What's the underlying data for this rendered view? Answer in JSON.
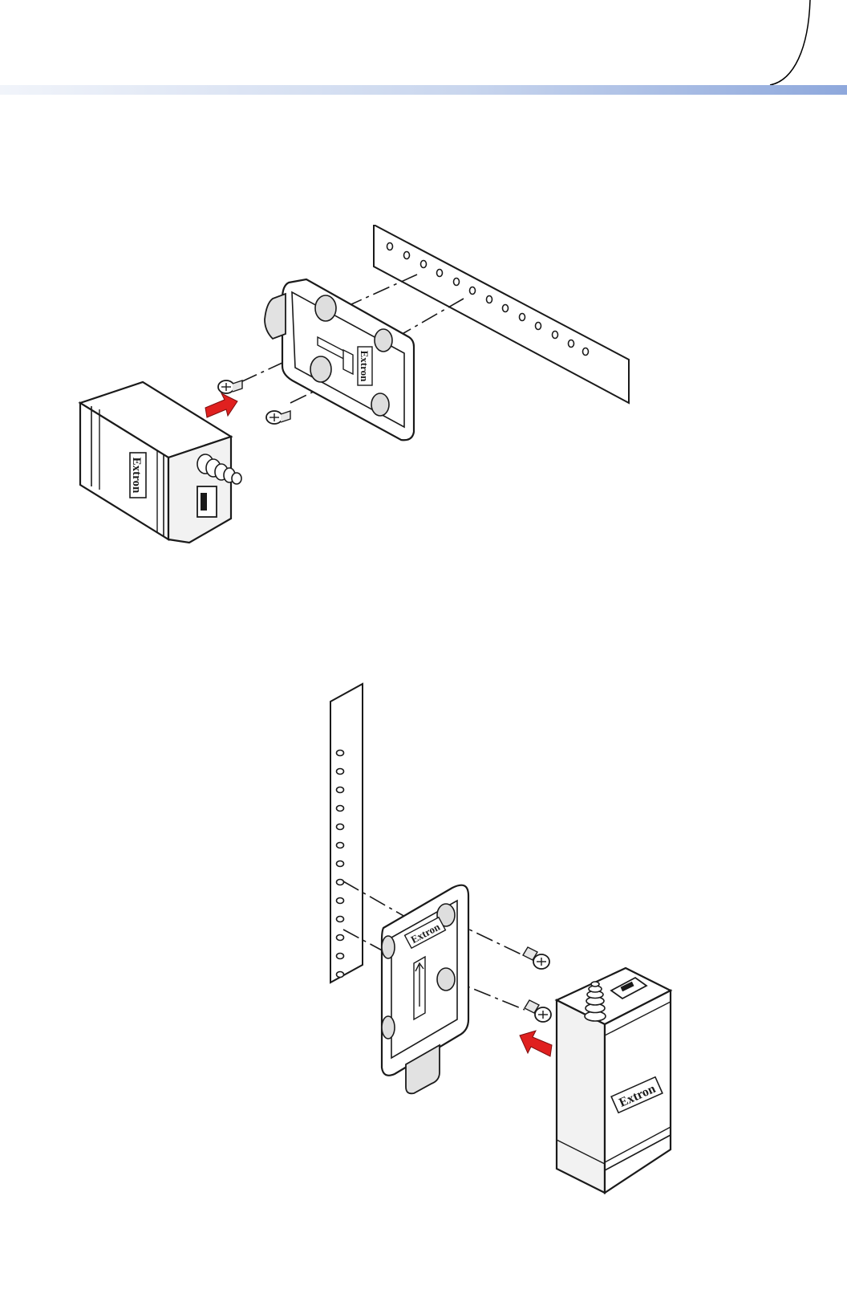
{
  "document": {
    "brand_mark": "Extron"
  },
  "figures": [
    {
      "figure": "horizontal-rail-mount"
    },
    {
      "figure": "vertical-rail-mount"
    }
  ],
  "colors": {
    "header_rule_start": "#f1f4fa",
    "header_rule_end": "#8ea8dc",
    "arrow": "#e0201f",
    "line": "#1a1a1a",
    "shade": "#dcdcdc"
  },
  "icons": [
    "mounting-clip-icon",
    "power-supply-icon",
    "screw-icon",
    "rail-icon",
    "arrow-icon"
  ]
}
